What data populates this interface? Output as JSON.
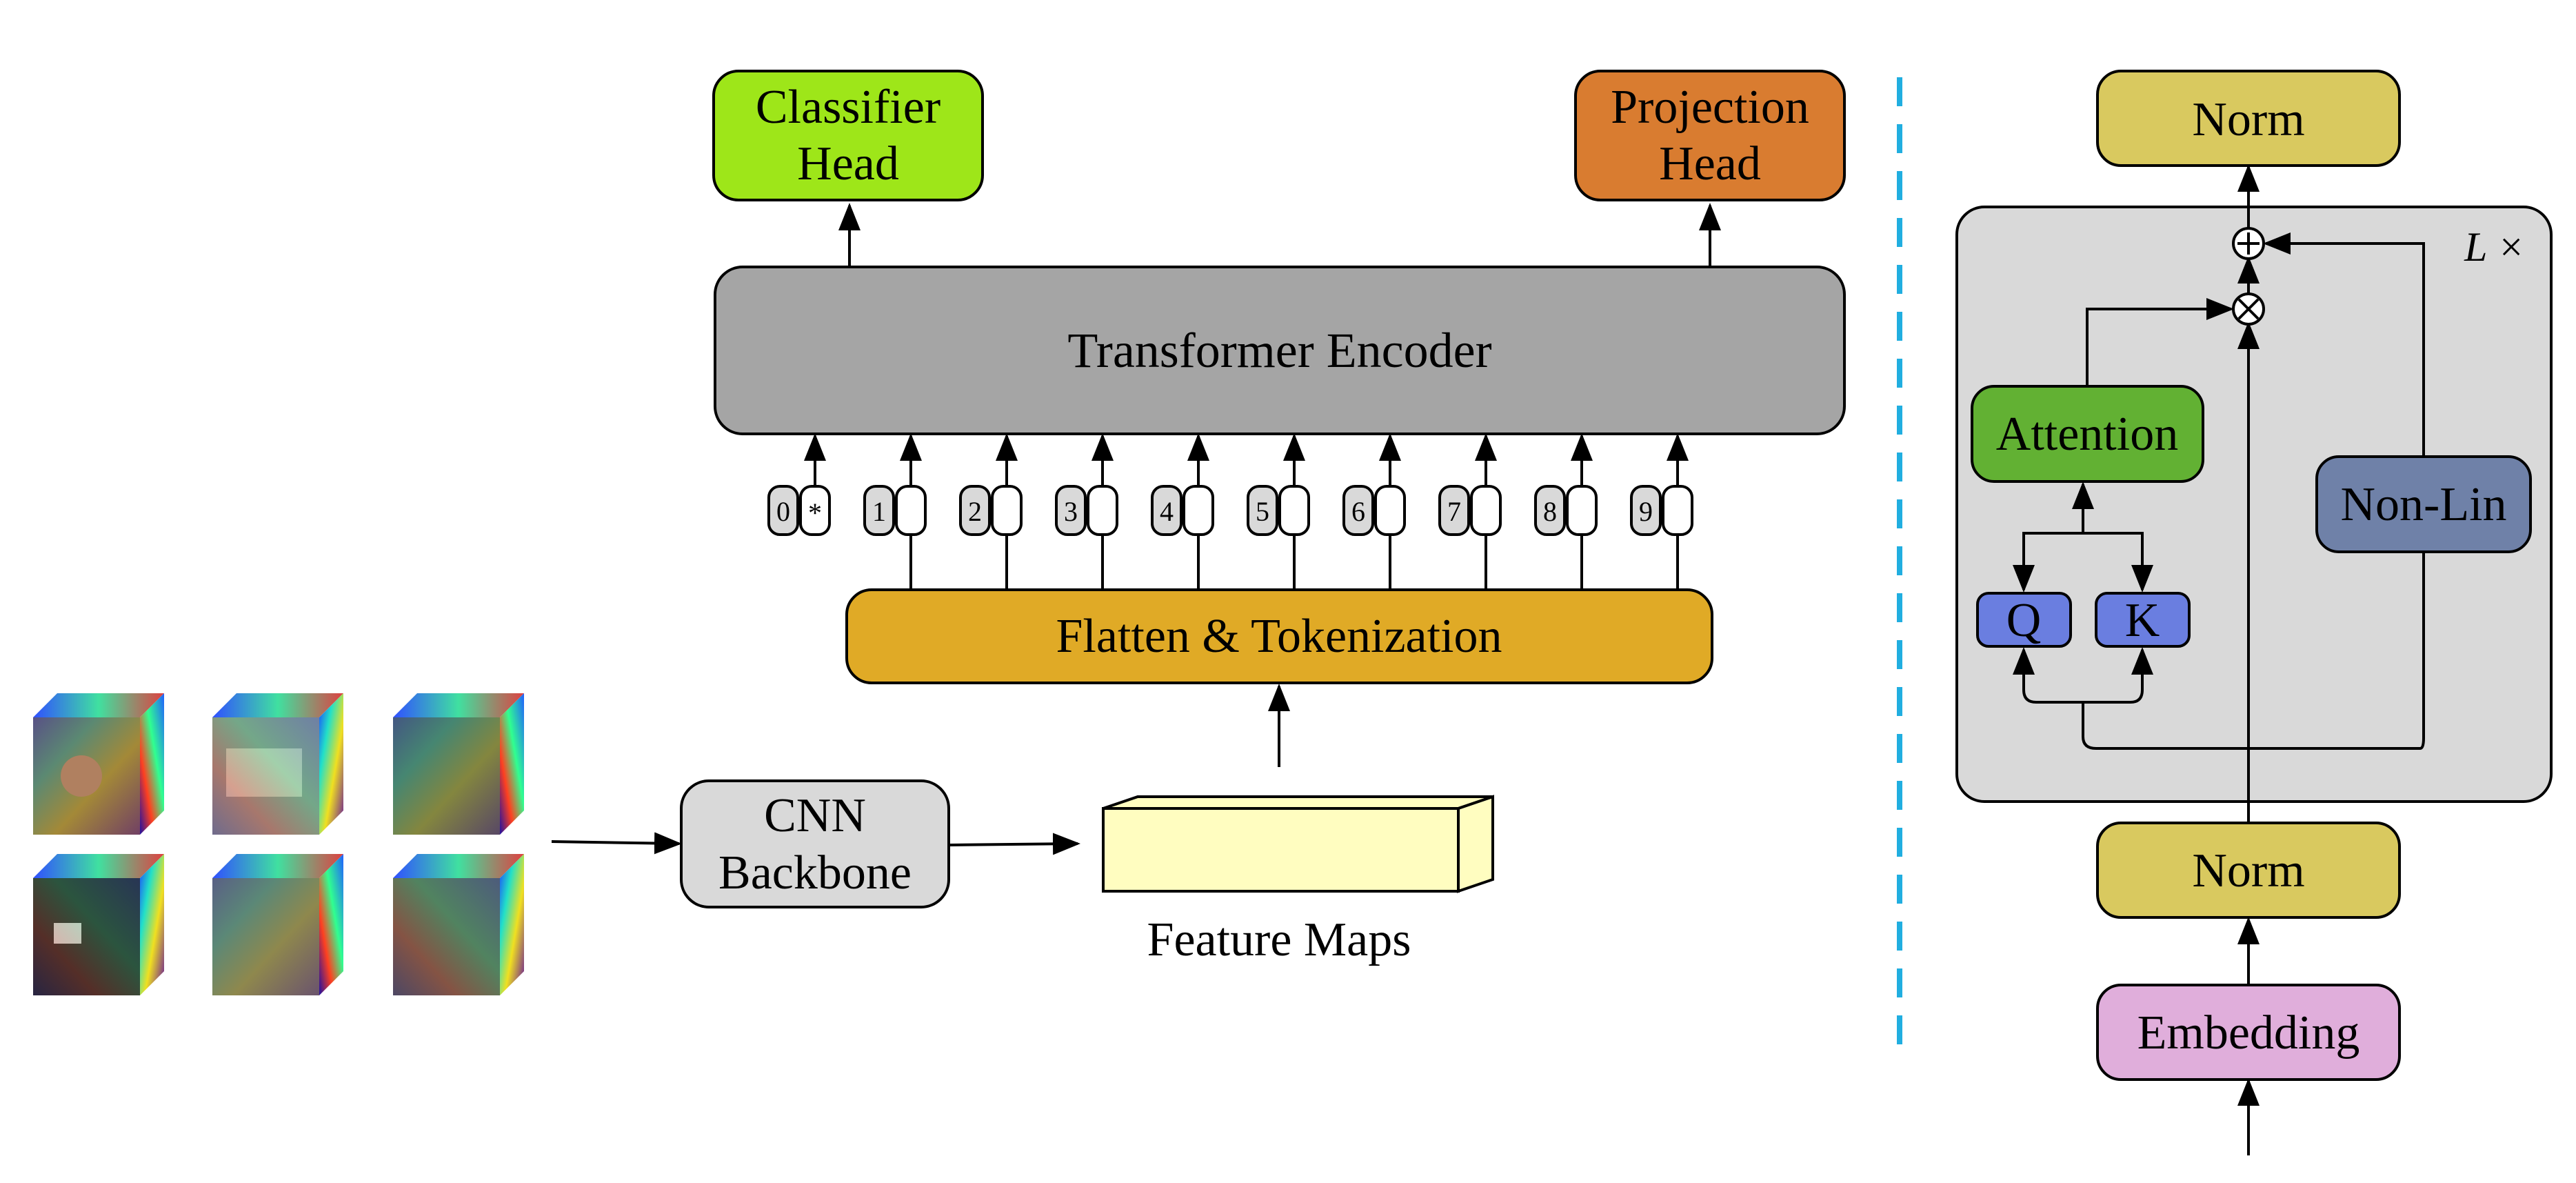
{
  "left_panel": {
    "classifier_head": {
      "line1": "Classifier",
      "line2": "Head",
      "color": "#9ee619"
    },
    "projection_head": {
      "line1": "Projection",
      "line2": "Head",
      "color": "#d97c30"
    },
    "transformer_encoder": {
      "label": "Transformer Encoder",
      "color": "#a5a5a5"
    },
    "tokens": [
      "0",
      "1",
      "2",
      "3",
      "4",
      "5",
      "6",
      "7",
      "8",
      "9"
    ],
    "cls_token_symbol": "*",
    "flatten": {
      "label": "Flatten & Tokenization",
      "color": "#e0aa26"
    },
    "cnn_backbone": {
      "line1": "CNN",
      "line2": "Backbone",
      "color": "#d9d9d9"
    },
    "feature_maps": {
      "label": "Feature Maps",
      "color": "#fffdc0"
    },
    "input_cubes_count": 6
  },
  "right_panel": {
    "norm_top": {
      "label": "Norm",
      "color": "#d9c95f"
    },
    "repeat_label": "L ×",
    "attention": {
      "label": "Attention",
      "color": "#62b133"
    },
    "q": {
      "label": "Q",
      "color": "#6a7ee0"
    },
    "k": {
      "label": "K",
      "color": "#6a7ee0"
    },
    "non_lin": {
      "label": "Non-Lin",
      "color": "#6f81a8"
    },
    "norm_bottom": {
      "label": "Norm",
      "color": "#d9c95f"
    },
    "embedding": {
      "label": "Embedding",
      "color": "#e0aedb"
    },
    "add_symbol": "+",
    "mul_symbol": "×"
  },
  "divider_color": "#21aee0"
}
